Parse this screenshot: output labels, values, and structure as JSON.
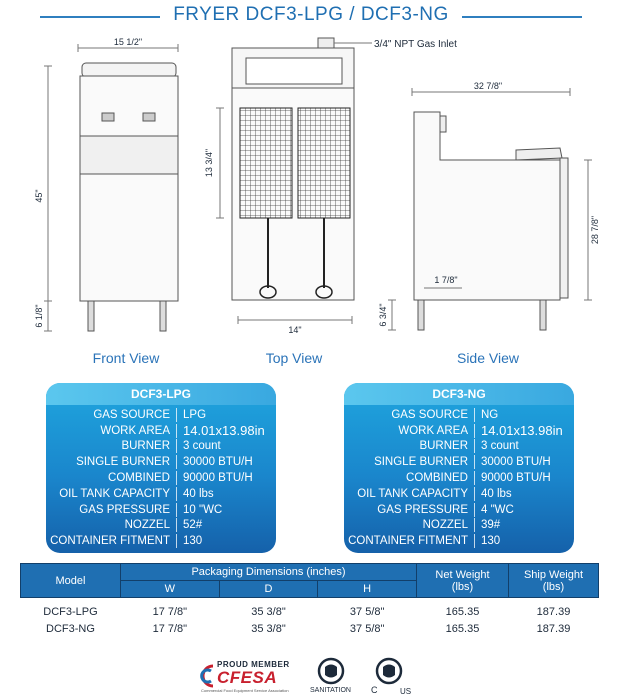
{
  "title": "FRYER DCF3-LPG / DCF3-NG",
  "drawing": {
    "gas_inlet_label": "3/4\" NPT Gas Inlet",
    "dims": {
      "front_width": "15 1/2\"",
      "front_height": "45\"",
      "front_leg": "6 1/8\"",
      "top_height": "13 3/4\"",
      "top_width": "14\"",
      "side_depth": "32 7/8\"",
      "side_height": "28 7/8\"",
      "side_offset": "1 7/8\"",
      "side_leg": "6 3/4\""
    },
    "views": {
      "front": "Front View",
      "top": "Top View",
      "side": "Side View"
    }
  },
  "specs": [
    {
      "model": "DCF3-LPG",
      "rows": [
        {
          "key": "GAS SOURCE",
          "value": "LPG"
        },
        {
          "key": "WORK AREA",
          "value": "14.01x13.98in"
        },
        {
          "key": "BURNER",
          "value": "3 count"
        },
        {
          "key": "SINGLE BURNER",
          "value": "30000 BTU/H"
        },
        {
          "key": "COMBINED",
          "value": "90000 BTU/H"
        },
        {
          "key": "OIL TANK CAPACITY",
          "value": "40 lbs"
        },
        {
          "key": "GAS PRESSURE",
          "value": "10 \"WC"
        },
        {
          "key": "NOZZEL",
          "value": "52#"
        },
        {
          "key": "CONTAINER FITMENT",
          "value": "130"
        }
      ]
    },
    {
      "model": "DCF3-NG",
      "rows": [
        {
          "key": "GAS SOURCE",
          "value": "NG"
        },
        {
          "key": "WORK AREA",
          "value": "14.01x13.98in"
        },
        {
          "key": "BURNER",
          "value": "3 count"
        },
        {
          "key": "SINGLE BURNER",
          "value": "30000 BTU/H"
        },
        {
          "key": "COMBINED",
          "value": "90000 BTU/H"
        },
        {
          "key": "OIL TANK CAPACITY",
          "value": "40 lbs"
        },
        {
          "key": "GAS PRESSURE",
          "value": "4 \"WC"
        },
        {
          "key": "NOZZEL",
          "value": "39#"
        },
        {
          "key": "CONTAINER FITMENT",
          "value": "130"
        }
      ]
    }
  ],
  "packaging": {
    "headers": {
      "model": "Model",
      "dims": "Packaging Dimensions (inches)",
      "w": "W",
      "d": "D",
      "h": "H",
      "net": "Net Weight\n(lbs)",
      "ship": "Ship Weight\n(lbs)"
    },
    "rows": [
      {
        "model": "DCF3-LPG",
        "w": "17 7/8\"",
        "d": "35 3/8\"",
        "h": "37 5/8\"",
        "net": "165.35",
        "ship": "187.39"
      },
      {
        "model": "DCF3-NG",
        "w": "17 7/8\"",
        "d": "35 3/8\"",
        "h": "37 5/8\"",
        "net": "165.35",
        "ship": "187.39"
      }
    ]
  },
  "logos": {
    "cfesa_title": "PROUD MEMBER",
    "cfesa_word": "CFESA",
    "cfesa_sub": "Commercial Food Equipment Service Association",
    "sanitation_caption": "SANITATION",
    "csa_c": "C",
    "csa_us": "US",
    "colors": {
      "cfesa_red": "#c8202e",
      "cfesa_blue": "#1f6fb2"
    }
  },
  "colors": {
    "accent": "#1f6fb2",
    "card_top": "#1fa6df",
    "card_bottom": "#1561aa"
  }
}
